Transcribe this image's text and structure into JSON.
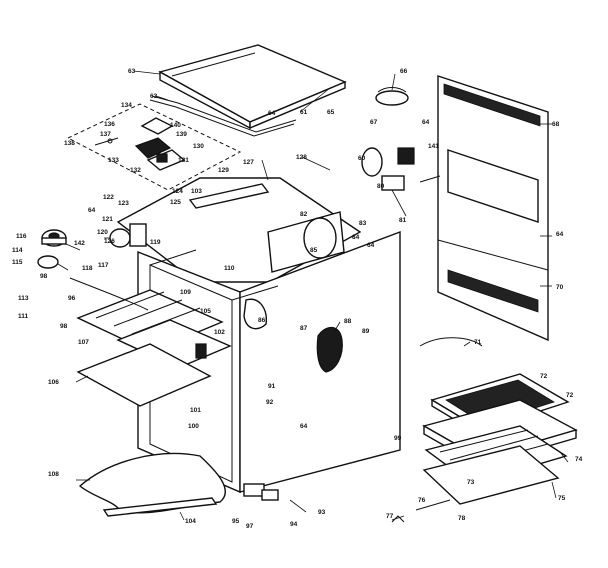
{
  "callouts": [
    {
      "id": "63a",
      "text": "63"
    },
    {
      "id": "63b",
      "text": "63"
    },
    {
      "id": "61",
      "text": "61"
    },
    {
      "id": "64a",
      "text": "64"
    },
    {
      "id": "65",
      "text": "65"
    },
    {
      "id": "134",
      "text": "134"
    },
    {
      "id": "136",
      "text": "136"
    },
    {
      "id": "140",
      "text": "140"
    },
    {
      "id": "137",
      "text": "137"
    },
    {
      "id": "139",
      "text": "139"
    },
    {
      "id": "138",
      "text": "138"
    },
    {
      "id": "130",
      "text": "130"
    },
    {
      "id": "133",
      "text": "133"
    },
    {
      "id": "131",
      "text": "131"
    },
    {
      "id": "132",
      "text": "132"
    },
    {
      "id": "129",
      "text": "129"
    },
    {
      "id": "127",
      "text": "127"
    },
    {
      "id": "128",
      "text": "128"
    },
    {
      "id": "66",
      "text": "66"
    },
    {
      "id": "67",
      "text": "67"
    },
    {
      "id": "64b",
      "text": "64"
    },
    {
      "id": "68",
      "text": "68"
    },
    {
      "id": "60",
      "text": "60"
    },
    {
      "id": "141",
      "text": "141"
    },
    {
      "id": "80",
      "text": "80"
    },
    {
      "id": "81",
      "text": "81"
    },
    {
      "id": "64c",
      "text": "64"
    },
    {
      "id": "70",
      "text": "70"
    },
    {
      "id": "122",
      "text": "122"
    },
    {
      "id": "64d",
      "text": "64"
    },
    {
      "id": "123",
      "text": "123"
    },
    {
      "id": "124",
      "text": "124"
    },
    {
      "id": "103",
      "text": "103"
    },
    {
      "id": "125",
      "text": "125"
    },
    {
      "id": "121",
      "text": "121"
    },
    {
      "id": "120",
      "text": "120"
    },
    {
      "id": "126",
      "text": "126"
    },
    {
      "id": "119",
      "text": "119"
    },
    {
      "id": "82",
      "text": "82"
    },
    {
      "id": "83",
      "text": "83"
    },
    {
      "id": "84a",
      "text": "84"
    },
    {
      "id": "85",
      "text": "85"
    },
    {
      "id": "64e",
      "text": "64"
    },
    {
      "id": "116",
      "text": "116"
    },
    {
      "id": "114",
      "text": "114"
    },
    {
      "id": "115",
      "text": "115"
    },
    {
      "id": "142",
      "text": "142"
    },
    {
      "id": "118",
      "text": "118"
    },
    {
      "id": "117",
      "text": "117"
    },
    {
      "id": "110",
      "text": "110"
    },
    {
      "id": "98a",
      "text": "98"
    },
    {
      "id": "113",
      "text": "113"
    },
    {
      "id": "96",
      "text": "96"
    },
    {
      "id": "109",
      "text": "109"
    },
    {
      "id": "111",
      "text": "111"
    },
    {
      "id": "98b",
      "text": "98"
    },
    {
      "id": "105",
      "text": "105"
    },
    {
      "id": "102",
      "text": "102"
    },
    {
      "id": "107",
      "text": "107"
    },
    {
      "id": "86",
      "text": "86"
    },
    {
      "id": "87",
      "text": "87"
    },
    {
      "id": "88",
      "text": "88"
    },
    {
      "id": "89",
      "text": "89"
    },
    {
      "id": "71",
      "text": "71"
    },
    {
      "id": "106",
      "text": "106"
    },
    {
      "id": "91",
      "text": "91"
    },
    {
      "id": "92",
      "text": "92"
    },
    {
      "id": "101",
      "text": "101"
    },
    {
      "id": "100",
      "text": "100"
    },
    {
      "id": "64f",
      "text": "64"
    },
    {
      "id": "99",
      "text": "99"
    },
    {
      "id": "72a",
      "text": "72"
    },
    {
      "id": "72b",
      "text": "72"
    },
    {
      "id": "74",
      "text": "74"
    },
    {
      "id": "73",
      "text": "73"
    },
    {
      "id": "75",
      "text": "75"
    },
    {
      "id": "108",
      "text": "108"
    },
    {
      "id": "104",
      "text": "104"
    },
    {
      "id": "93",
      "text": "93"
    },
    {
      "id": "97",
      "text": "97"
    },
    {
      "id": "95",
      "text": "95"
    },
    {
      "id": "94",
      "text": "94"
    },
    {
      "id": "76",
      "text": "76"
    },
    {
      "id": "78",
      "text": "78"
    },
    {
      "id": "77",
      "text": "77"
    }
  ]
}
